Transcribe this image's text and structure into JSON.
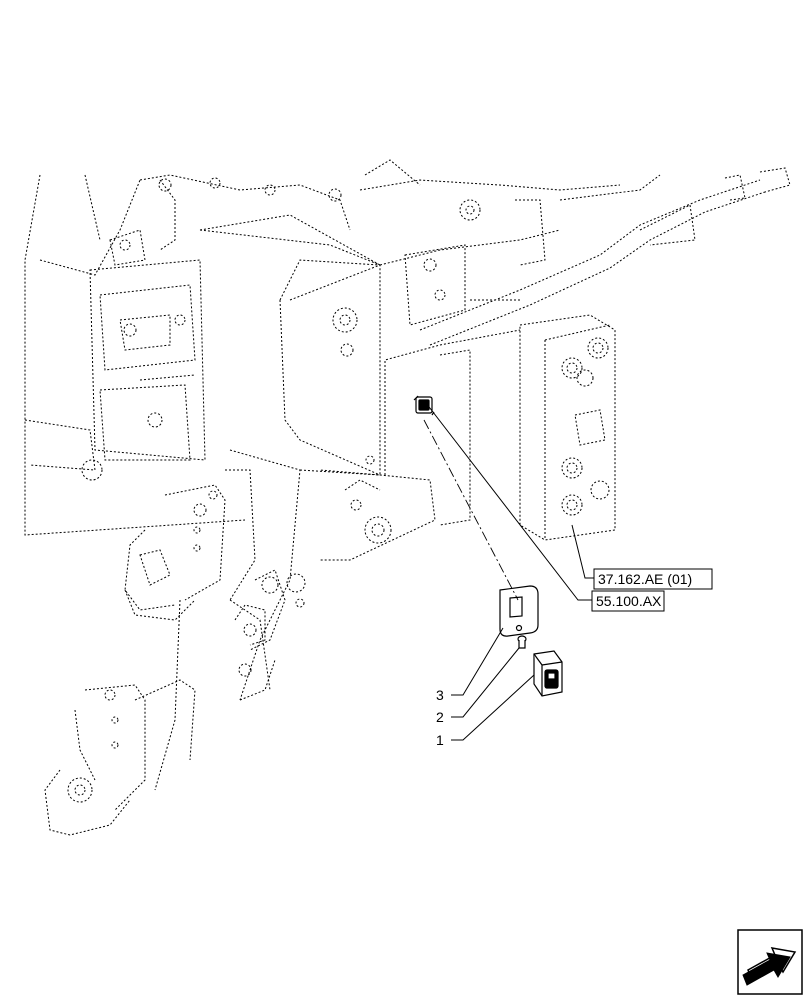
{
  "diagram": {
    "references": [
      {
        "label": "37.162.AE (01)"
      },
      {
        "label": "55.100.AX"
      }
    ],
    "callouts": [
      {
        "number": "3"
      },
      {
        "number": "2"
      },
      {
        "number": "1"
      }
    ],
    "nav_icon": "next-page-arrow-icon"
  }
}
